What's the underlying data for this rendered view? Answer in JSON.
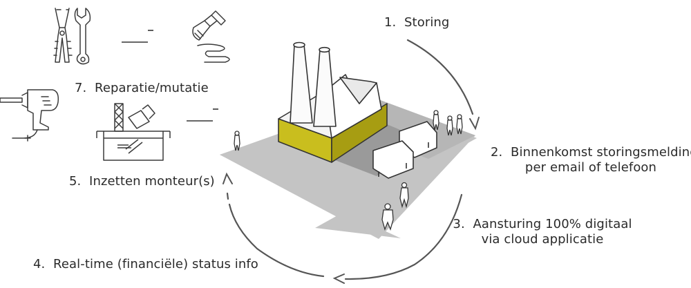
{
  "steps": [
    {
      "num": "1.",
      "label": "Storing"
    },
    {
      "num": "2.",
      "label": "Binnenkomst storingsmelding",
      "label2": "per email of telefoon"
    },
    {
      "num": "3.",
      "label": "Aansturing 100% digitaal",
      "label2": "via cloud applicatie"
    },
    {
      "num": "4.",
      "label": "Real-time (financiële) status info"
    },
    {
      "num": "5.",
      "label": "Inzetten monteur(s)"
    },
    {
      "num": "7.",
      "label": "Reparatie/mutatie"
    }
  ],
  "colors": {
    "accent": "#c9be1e",
    "ground": "#bdbdbd",
    "line": "#3a3a3a",
    "arrow": "#4a4a4a"
  },
  "icons": [
    "pliers-icon",
    "wrench-icon",
    "paint-brush-icon",
    "power-drill-icon",
    "toolbox-icon",
    "factory-illustration",
    "van-icon",
    "worker-figure"
  ]
}
